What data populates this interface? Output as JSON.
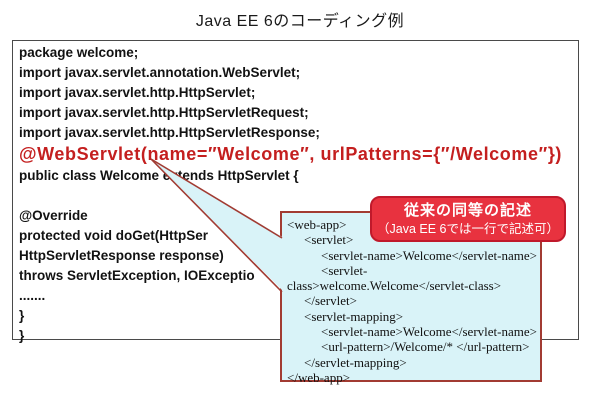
{
  "title": "Java EE 6のコーディング例",
  "colors": {
    "code_text": "#121212",
    "annotation_red_text": "#c41f1f",
    "label_background": "#e8323f",
    "label_border": "#c0192b",
    "callout_background": "#d9f3f8",
    "callout_border": "#a23b32",
    "code_box_border": "#4a4a4a"
  },
  "code": {
    "lines": [
      "package welcome;",
      "import javax.servlet.annotation.WebServlet;",
      "import javax.servlet.http.HttpServlet;",
      "import javax.servlet.http.HttpServletRequest;",
      "import javax.servlet.http.HttpServletResponse;",
      "@WebServlet(name=″Welcome″, urlPatterns={″/Welcome″})",
      "public class Welcome extends HttpServlet {",
      "",
      "@Override",
      "protected void doGet(HttpSer",
      "HttpServletResponse response)",
      "throws ServletException, IOExceptio",
      ".......",
      "}",
      "}"
    ]
  },
  "callout": {
    "label_line1": "従来の同等の記述",
    "label_line2": "（Java EE 6では一行で記述可）",
    "xml_lines": [
      "<web-app>",
      "<servlet>",
      "<servlet-name>Welcome</servlet-name>",
      "<servlet-",
      "class>welcome.Welcome</servlet-class>",
      "</servlet>",
      "<servlet-mapping>",
      "<servlet-name>Welcome</servlet-name>",
      "<url-pattern>/Welcome/* </url-pattern>",
      "</servlet-mapping>",
      "</web-app>"
    ]
  }
}
